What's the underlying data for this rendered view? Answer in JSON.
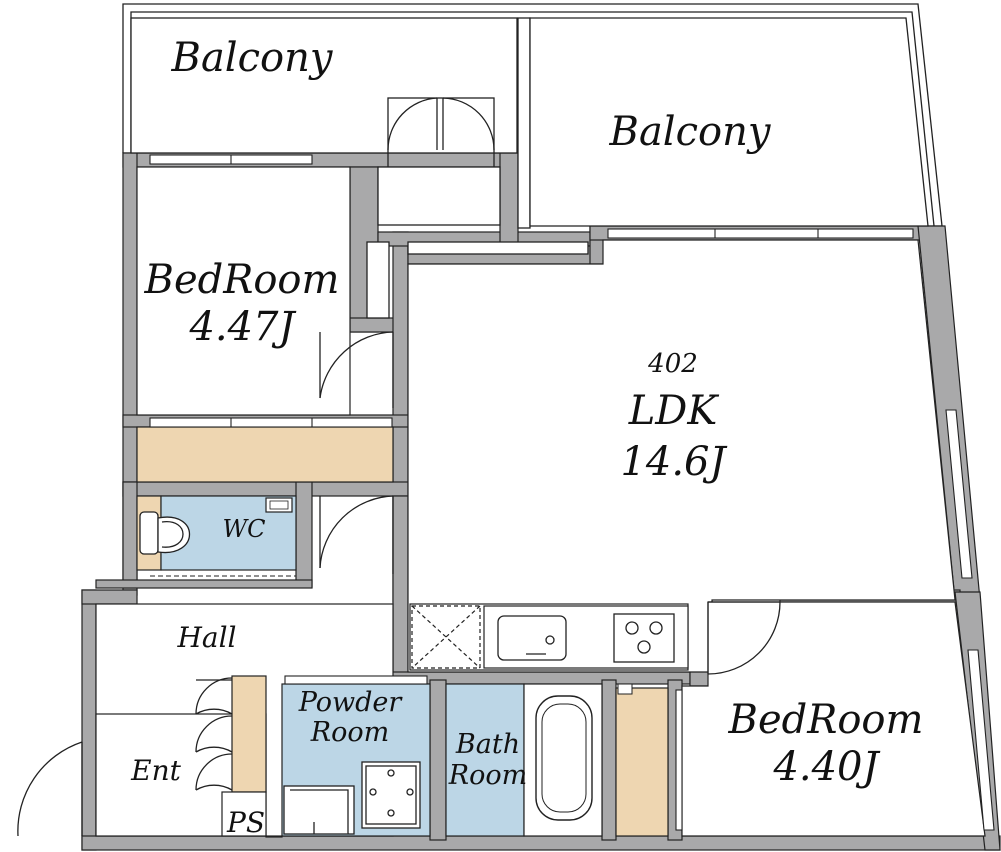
{
  "unit": {
    "number": "402"
  },
  "rooms": {
    "balcony_left": {
      "name": "Balcony"
    },
    "balcony_right": {
      "name": "Balcony"
    },
    "bedroom_top": {
      "name": "BedRoom",
      "size": "4.47J"
    },
    "ldk": {
      "name": "LDK",
      "size": "14.6J"
    },
    "wc": {
      "name": "WC"
    },
    "hall": {
      "name": "Hall"
    },
    "entrance": {
      "name": "Ent"
    },
    "powder_room": {
      "line1": "Powder",
      "line2": "Room"
    },
    "bath_room": {
      "line1": "Bath",
      "line2": "Room"
    },
    "bedroom_bottom": {
      "name": "BedRoom",
      "size": "4.40J"
    },
    "pipe_space": {
      "name": "PS"
    }
  },
  "colors": {
    "wall": "#a9a9aa",
    "wet_area": "#bcd6e6",
    "storage": "#eed6b1",
    "outline": "#111111"
  }
}
